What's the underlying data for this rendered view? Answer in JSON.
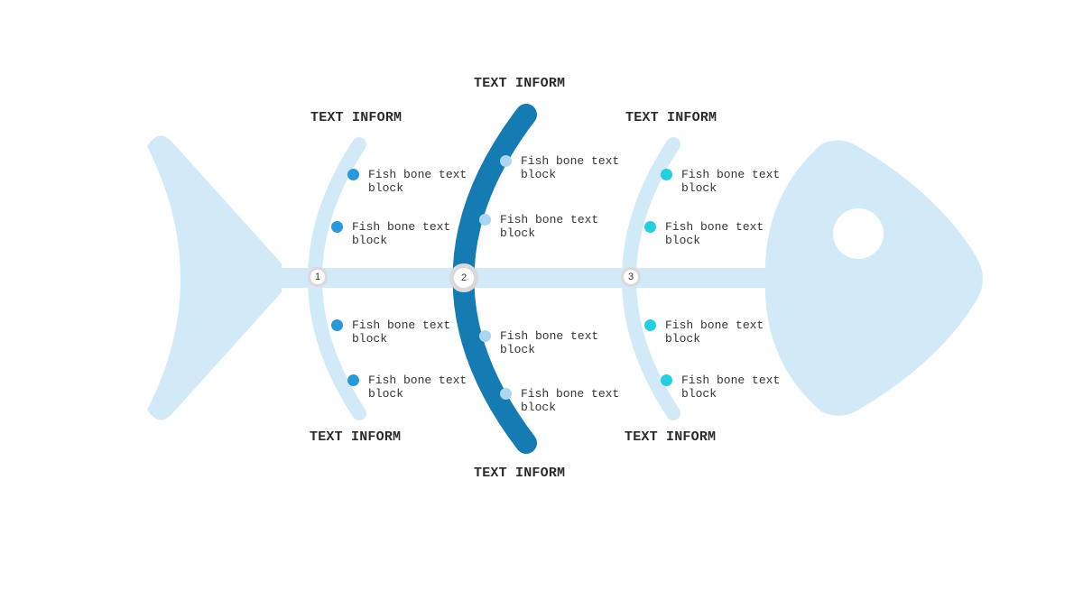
{
  "colors": {
    "bone_light": "#d2e9f8",
    "bone_dark": "#157bb3",
    "group1_dot": "#2a99db",
    "group2_dot": "#a9d6f2",
    "group3_dot": "#25cfe0"
  },
  "groups": [
    {
      "number": "1",
      "top_title": "TEXT INFORM",
      "bottom_title": "TEXT INFORM",
      "items": [
        "Fish bone text block",
        "Fish bone text block",
        "Fish bone text block",
        "Fish bone text block"
      ]
    },
    {
      "number": "2",
      "top_title": "TEXT INFORM",
      "bottom_title": "TEXT INFORM",
      "items": [
        "Fish bone text block",
        "Fish bone text block",
        "Fish bone text block",
        "Fish bone text block"
      ]
    },
    {
      "number": "3",
      "top_title": "TEXT INFORM",
      "bottom_title": "TEXT INFORM",
      "items": [
        "Fish bone text block",
        "Fish bone text block",
        "Fish bone text block",
        "Fish bone text block"
      ]
    }
  ]
}
